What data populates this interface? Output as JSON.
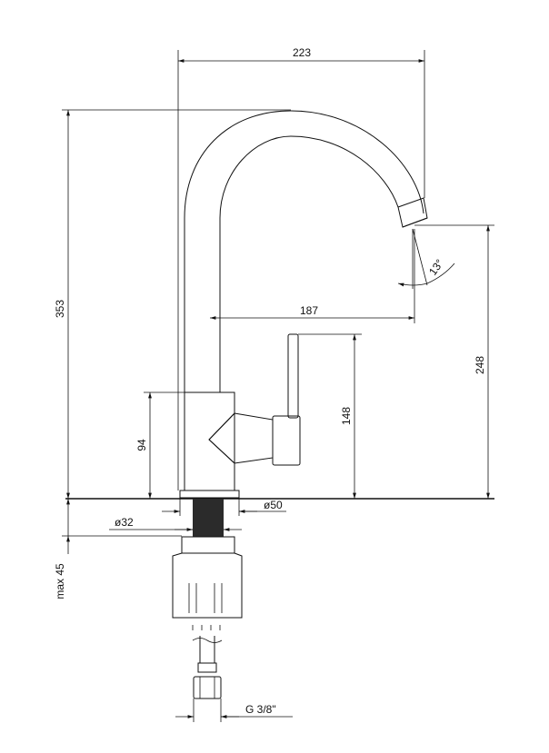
{
  "dimensions": {
    "overall_width": "223",
    "overall_height": "353",
    "spout_reach": "187",
    "spout_height": "248",
    "handle_height": "148",
    "body_height": "94",
    "base_diameter": "ø50",
    "hole_diameter": "ø32",
    "max_thickness": "max 45",
    "connection": "G 3/8\"",
    "spout_angle": "13°"
  }
}
